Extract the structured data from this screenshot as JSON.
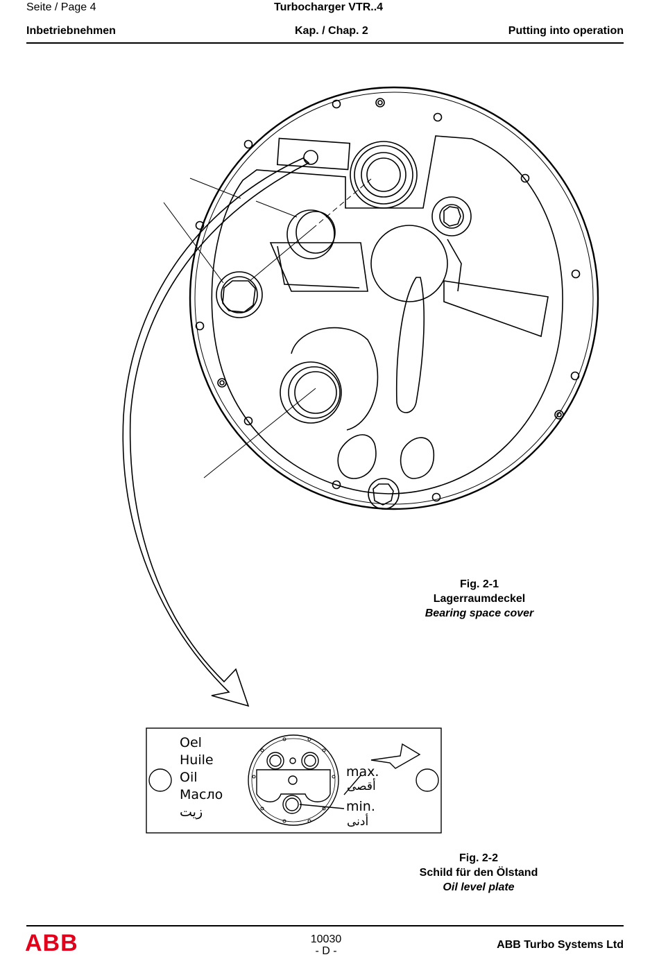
{
  "header": {
    "page_label": "Seite / Page  4",
    "doc_title": "Turbocharger VTR..4",
    "section_de": "Inbetriebnehmen",
    "chapter": "Kap. / Chap. 2",
    "section_en": "Putting into operation"
  },
  "figure1": {
    "number": "Fig. 2-1",
    "title_de": "Lagerraumdeckel",
    "title_en": "Bearing space cover"
  },
  "figure2": {
    "number": "Fig. 2-2",
    "title_de": "Schild für den Ölstand",
    "title_en": "Oil level plate"
  },
  "plate": {
    "labels": [
      "Oel",
      "Huile",
      "Oil",
      "Масло",
      "زيت"
    ],
    "max_label": "max.",
    "max_arabic": "أقصى",
    "min_label": "min.",
    "min_arabic": "أدنى"
  },
  "footer": {
    "logo": "ABB",
    "doc_number": "10030",
    "revision": "- D -",
    "company": "ABB Turbo Systems Ltd"
  }
}
